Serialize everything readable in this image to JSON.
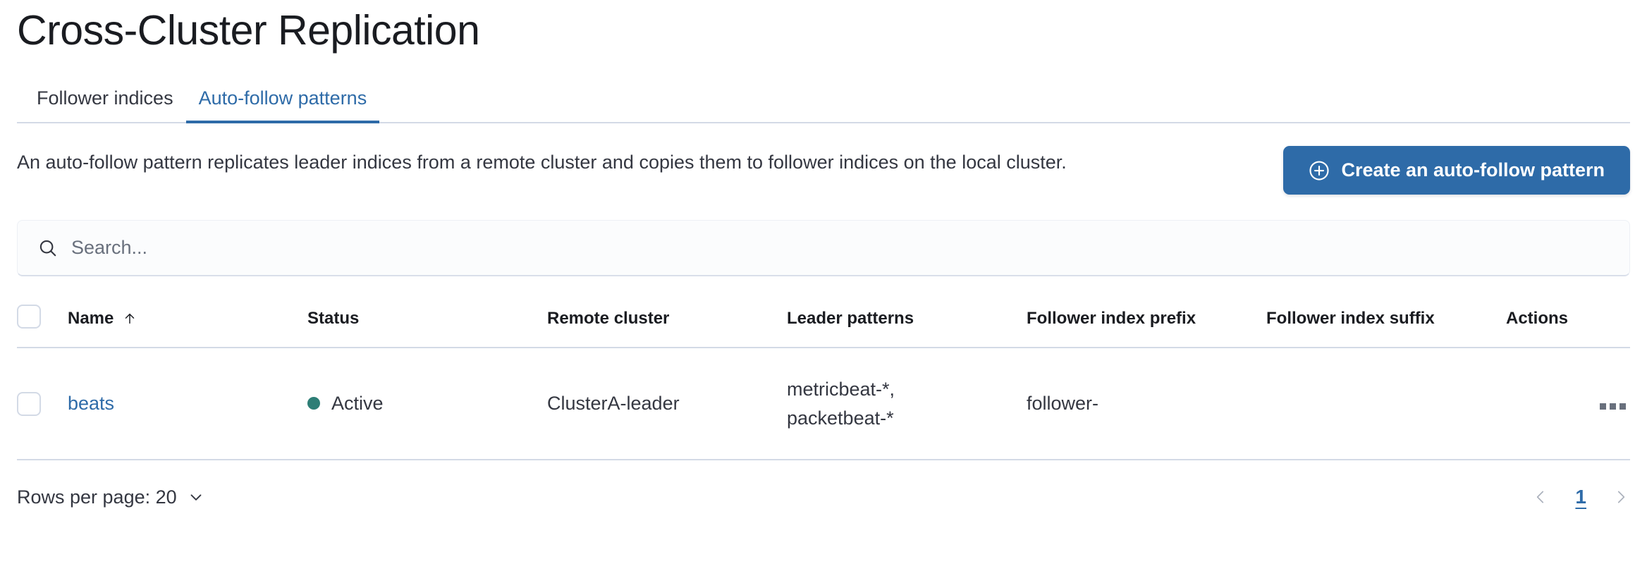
{
  "header": {
    "title": "Cross-Cluster Replication"
  },
  "tabs": [
    {
      "label": "Follower indices",
      "active": false,
      "name": "tab-follower-indices"
    },
    {
      "label": "Auto-follow patterns",
      "active": true,
      "name": "tab-auto-follow-patterns"
    }
  ],
  "description": {
    "text": "An auto-follow pattern replicates leader indices from a remote cluster and copies them to follower indices on the local cluster."
  },
  "actions": {
    "create_button_label": "Create an auto-follow pattern",
    "create_button_icon": "plus-in-circle-icon"
  },
  "search": {
    "value": "",
    "placeholder": "Search...",
    "icon": "search-icon"
  },
  "table": {
    "columns": [
      {
        "key": "select",
        "label": "",
        "name": "column-select"
      },
      {
        "key": "name",
        "label": "Name",
        "name": "column-name",
        "sorted": "asc",
        "sort_icon": "arrow-up-icon"
      },
      {
        "key": "status",
        "label": "Status",
        "name": "column-status"
      },
      {
        "key": "remote",
        "label": "Remote cluster",
        "name": "column-remote-cluster"
      },
      {
        "key": "leader",
        "label": "Leader patterns",
        "name": "column-leader-patterns"
      },
      {
        "key": "prefix",
        "label": "Follower index prefix",
        "name": "column-follower-index-prefix"
      },
      {
        "key": "suffix",
        "label": "Follower index suffix",
        "name": "column-follower-index-suffix"
      },
      {
        "key": "actions",
        "label": "Actions",
        "name": "column-actions"
      }
    ],
    "rows": [
      {
        "name": "beats",
        "status": "Active",
        "status_color": "#2D7E76",
        "remote_cluster": "ClusterA-leader",
        "leader_patterns": "metricbeat-*,\npacketbeat-*",
        "follower_index_prefix": "follower-",
        "follower_index_suffix": "",
        "actions_icon": "ellipsis-horizontal-icon"
      }
    ]
  },
  "footer": {
    "rows_per_page_label": "Rows per page: 20",
    "rows_per_page_icon": "chevron-down-icon",
    "prev_icon": "chevron-left-icon",
    "next_icon": "chevron-right-icon",
    "current_page": "1"
  },
  "colors": {
    "primary": "#2E6BA8",
    "success": "#2D7E76",
    "text": "#343741",
    "border": "#D3DAE6",
    "subdued": "#69707D"
  }
}
